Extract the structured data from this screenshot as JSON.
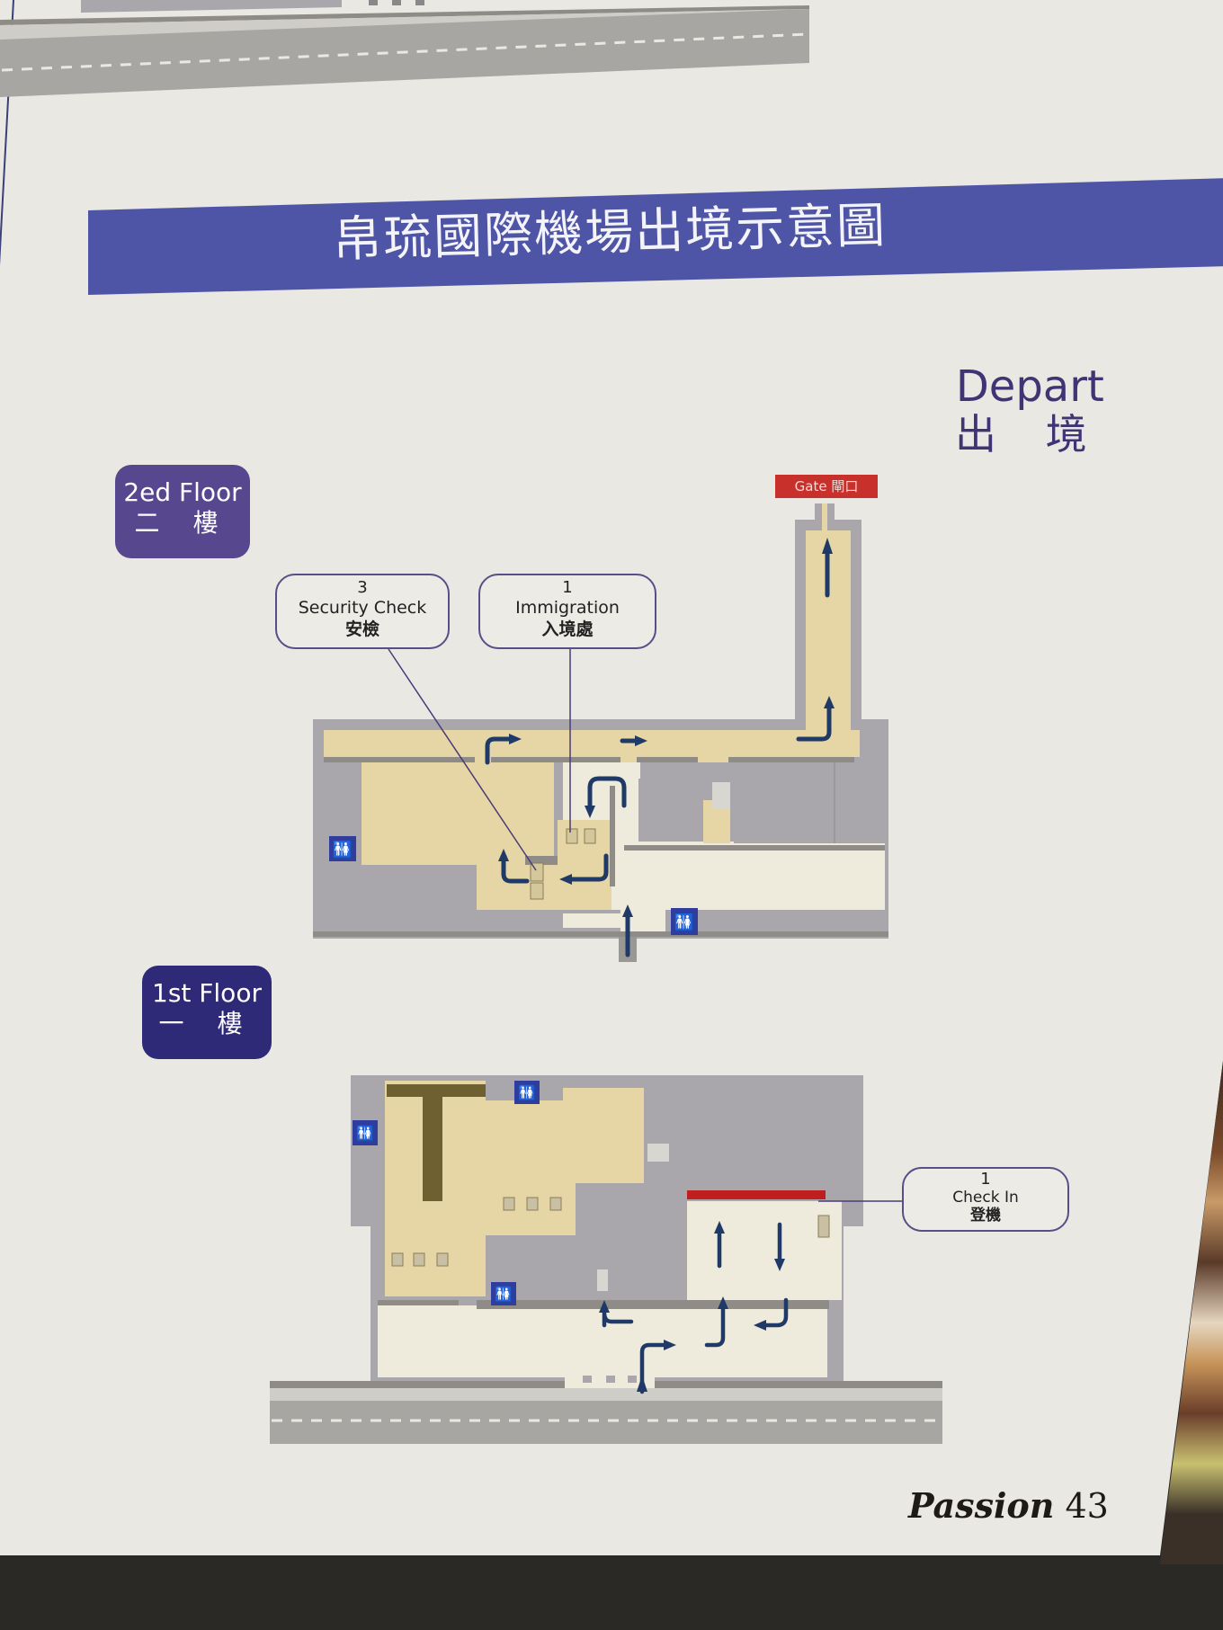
{
  "header": {
    "title": "帛琉國際機場出境示意圖"
  },
  "mode": {
    "label_en": "Depart",
    "label_zh": "出 境"
  },
  "floors": [
    {
      "id": "floor-2",
      "label_en": "2ed Floor",
      "label_zh": "二 樓",
      "callouts": [
        {
          "step": "3",
          "label_en": "Security Check",
          "label_zh": "安檢"
        },
        {
          "step": "1",
          "label_en": "Immigration",
          "label_zh": "入境處"
        }
      ],
      "gate": {
        "label": "Gate 閘口"
      },
      "restroom_icons": 2
    },
    {
      "id": "floor-1",
      "label_en": "1st Floor",
      "label_zh": "一 樓",
      "callouts": [
        {
          "step": "1",
          "label_en": "Check In",
          "label_zh": "登機"
        }
      ],
      "restroom_icons": 3
    }
  ],
  "colors": {
    "banner": "#4e55a6",
    "badge_2f": "#56478f",
    "badge_1f": "#2e2a78",
    "walkway": "#e6d6a6",
    "building": "#a9a6ac",
    "public_area": "#eeeadc",
    "arrow": "#1f3a66",
    "gate": "#c8302c",
    "checkin_counter": "#c01f1f",
    "road": "#a8a6a3"
  },
  "footer": {
    "brand": "Passion",
    "page_number": "43"
  }
}
